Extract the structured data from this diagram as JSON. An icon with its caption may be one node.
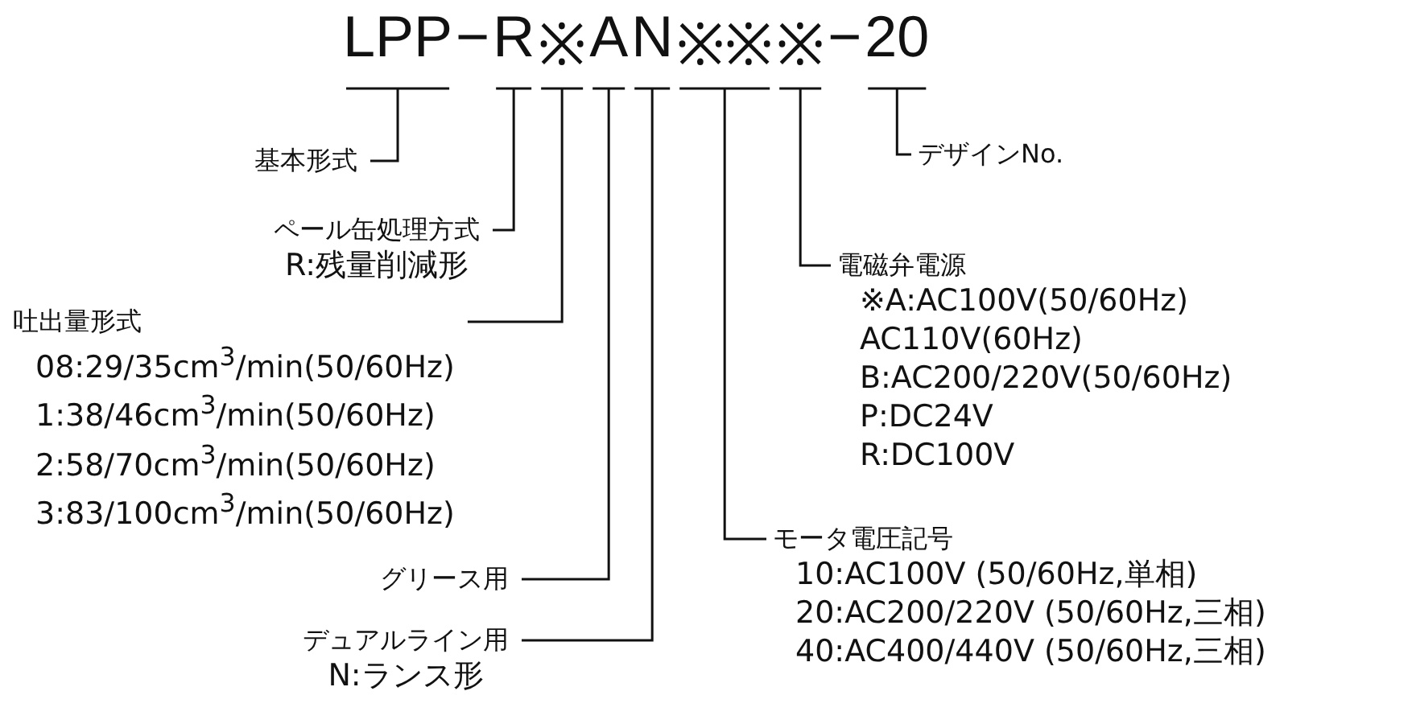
{
  "diagram": {
    "nodes": [
      {
        "text": [
          "LPP"
        ]
      },
      {
        "text": [
          "R"
        ]
      },
      {
        "text": [
          "※"
        ]
      },
      {
        "text": [
          "A"
        ]
      },
      {
        "text": [
          "N"
        ]
      },
      {
        "text": [
          "※※"
        ]
      },
      {
        "text": [
          "※"
        ]
      },
      {
        "text": [
          "20"
        ]
      },
      {
        "text": [
          "基本形式"
        ]
      },
      {
        "text": [
          "デザインNo."
        ]
      },
      {
        "text": [
          "ペール缶処理方式",
          "R:残量削減形"
        ]
      },
      {
        "text": [
          "電磁弁電源",
          "※A:AC100V(50/60Hz) AC110V(60Hz)",
          "B:AC200/220V(50/60Hz)",
          "P:DC24V",
          "R:DC100V"
        ]
      },
      {
        "text": [
          "吐出量形式",
          "08:29/35cm$^{3}$/min(50/60Hz)",
          "1:38/46cm$^{3}$/min(50/60Hz)",
          "2:58/70cm$^{3}$/min(50/60Hz)",
          "3:83/100cm$^{3}$/min(50/60Hz)"
        ]
      },
      {
        "text": [
          "グリース用"
        ]
      },
      {
        "text": [
          "モータ電圧記号",
          "10:AC100V (50/60Hz,単相)",
          "20:AC200/220V (50/60Hz,三相)",
          "40:AC400/440V (50/60Hz,三相)"
        ]
      },
      {
        "text": [
          "デュアルライン用",
          "N:ランス形"
        ]
      }
    ],
    "edges": [
      {
        "from": 8,
        "to": 0,
        "arrow": "none"
      },
      {
        "from": 9,
        "to": 7,
        "arrow": "none"
      },
      {
        "from": 10,
        "to": 1,
        "arrow": "none"
      },
      {
        "from": 11,
        "to": 6,
        "arrow": "none"
      },
      {
        "from": 12,
        "to": 2,
        "arrow": "none"
      },
      {
        "from": 13,
        "to": 3,
        "arrow": "none"
      },
      {
        "from": 14,
        "to": 5,
        "arrow": "none"
      },
      {
        "from": 15,
        "to": 4,
        "arrow": "none"
      }
    ],
    "labels": [
      "−",
      "−"
    ]
  }
}
